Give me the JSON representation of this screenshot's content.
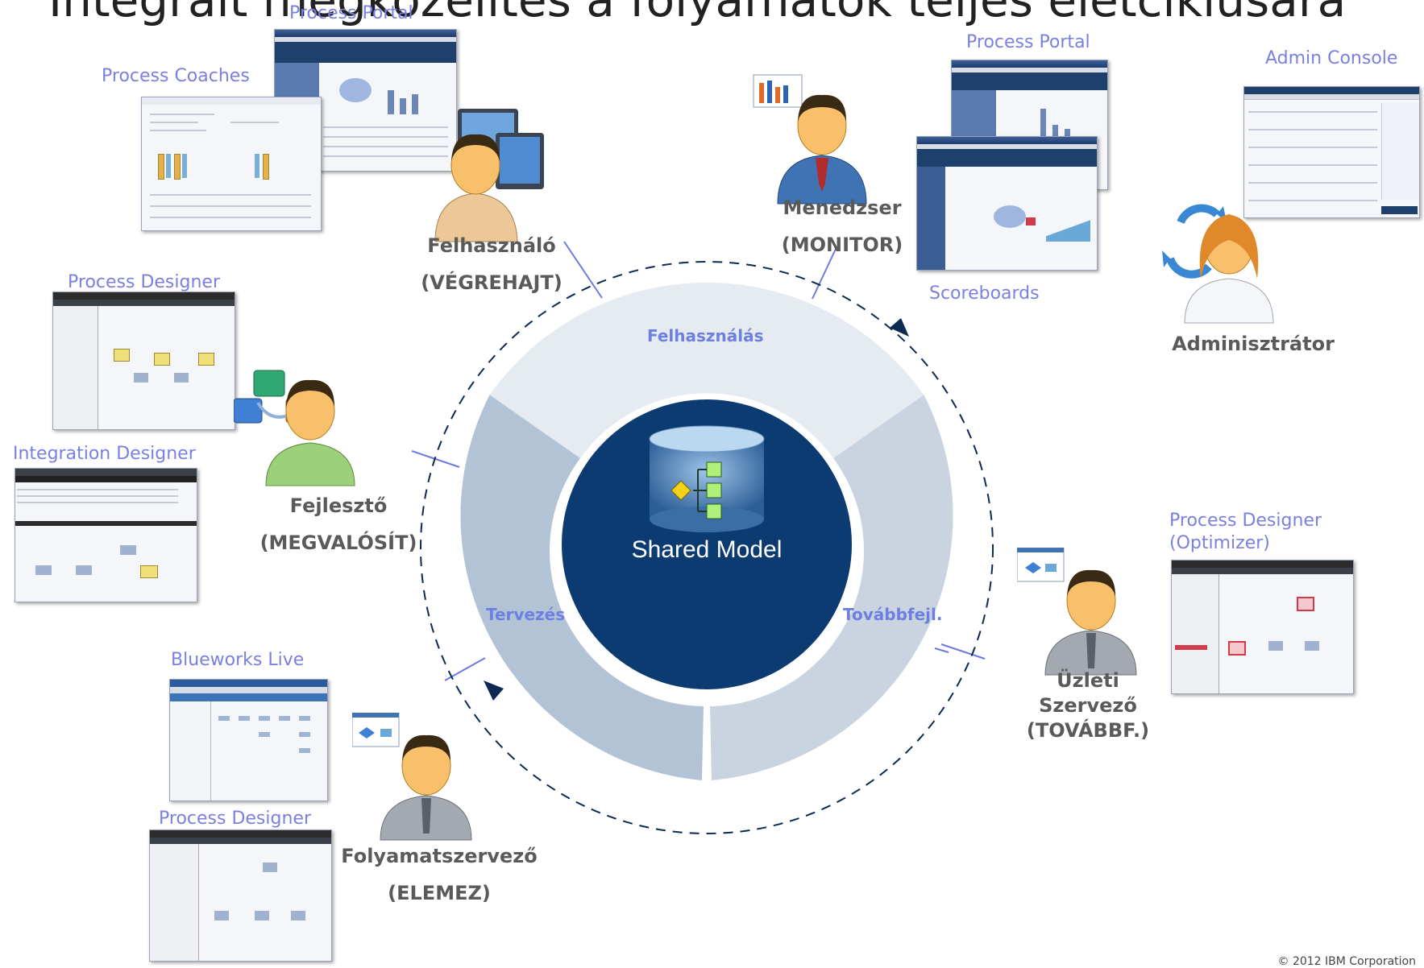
{
  "title": "Integrált megközelítés a folyamatok teljes életciklusára",
  "center_label": "Shared Model",
  "segments": {
    "top": "Felhasználás",
    "left": "Tervezés",
    "right": "Továbbfejl."
  },
  "roles": {
    "user": {
      "name": "Felhasználó",
      "action": "(VÉGREHAJT)"
    },
    "manager": {
      "name": "Menedzser",
      "action": "(MONITOR)"
    },
    "admin": {
      "name": "Adminisztrátor"
    },
    "developer": {
      "name": "Fejlesztő",
      "action": "(MEGVALÓSÍT)"
    },
    "business": {
      "name_line1": "Üzleti",
      "name_line2": "Szervező",
      "action": "(TOVÁBBF.)"
    },
    "analyst": {
      "name": "Folyamatszervező",
      "action": "(ELEMEZ)"
    }
  },
  "tools": {
    "process_portal_1": "Process Portal",
    "process_coaches": "Process Coaches",
    "process_portal_2": "Process Portal",
    "admin_console": "Admin Console",
    "scoreboards": "Scoreboards",
    "process_designer_1": "Process Designer",
    "integration_designer": "Integration Designer",
    "process_designer_optimizer_line1": "Process Designer",
    "process_designer_optimizer_line2": "(Optimizer)",
    "blueworks_live": "Blueworks Live",
    "process_designer_2": "Process Designer"
  },
  "footer": "© 2012 IBM Corporation",
  "colors": {
    "tool_label": "#7b7fe0",
    "segment_label": "#6d7fe0",
    "ring_top": "#e8ecf2",
    "ring_left": "#b3c3d6",
    "ring_right": "#cbd5e2",
    "center": "#0d3b73"
  }
}
